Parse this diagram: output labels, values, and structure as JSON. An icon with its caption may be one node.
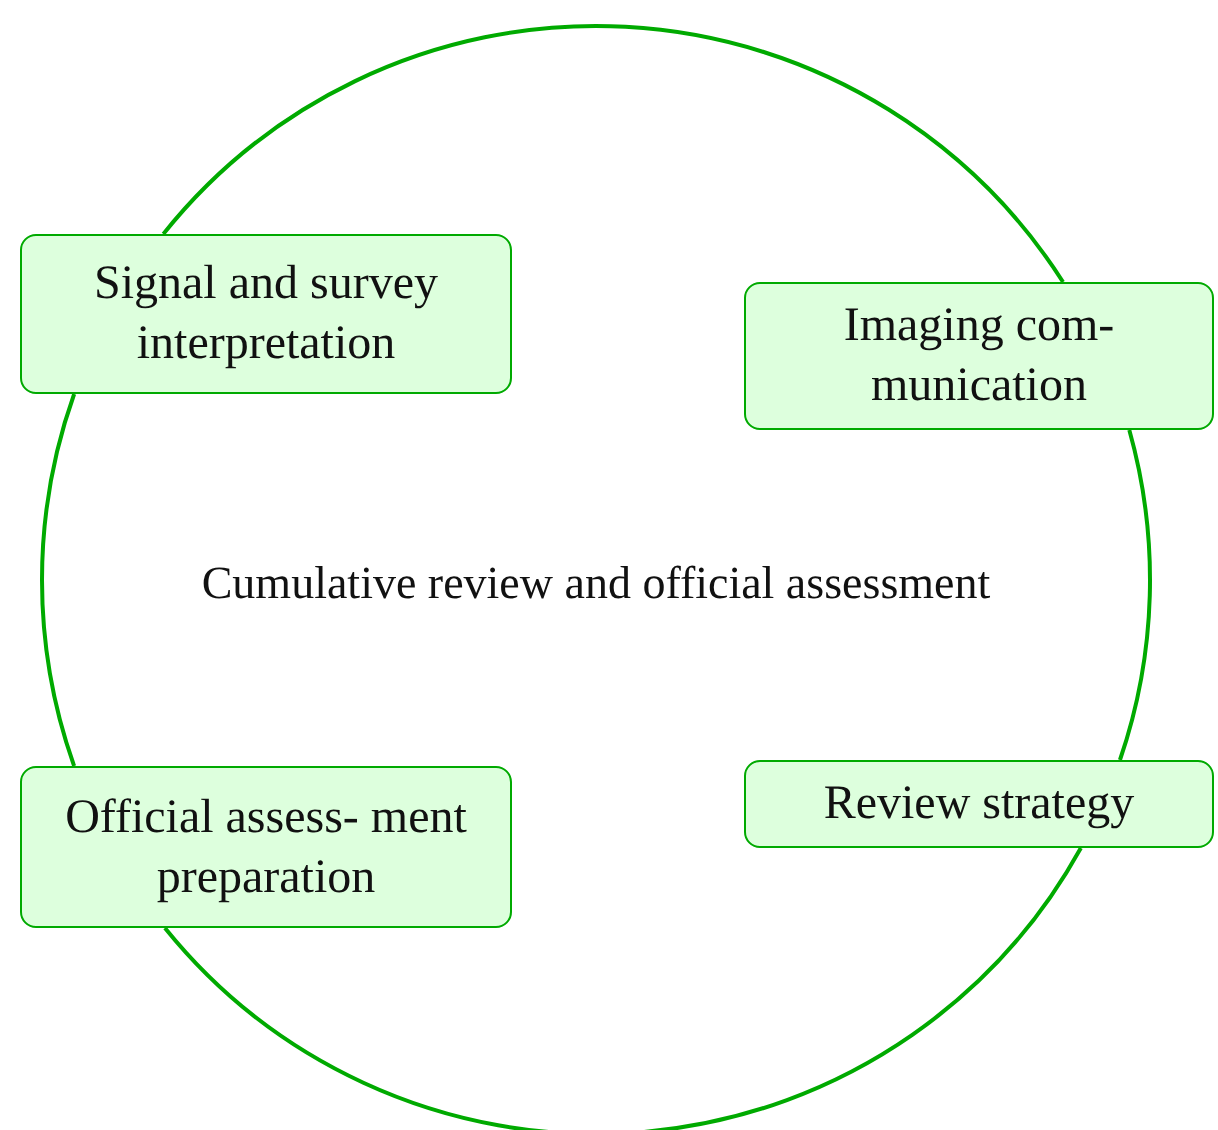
{
  "diagram": {
    "nodes": [
      {
        "text": [
          "Cumulative review and official assessment"
        ]
      },
      {
        "text": [
          "Signal and survey interpretation"
        ]
      },
      {
        "text": [
          "Imaging com- munication"
        ]
      },
      {
        "text": [
          "Official assess- ment preparation"
        ]
      },
      {
        "text": [
          "Review strategy"
        ]
      }
    ],
    "edges": [
      {
        "from": 1,
        "to": 2,
        "arrow": "none"
      },
      {
        "from": 2,
        "to": 4,
        "arrow": "none"
      },
      {
        "from": 4,
        "to": 3,
        "arrow": "none"
      },
      {
        "from": 3,
        "to": 1,
        "arrow": "none"
      }
    ]
  }
}
